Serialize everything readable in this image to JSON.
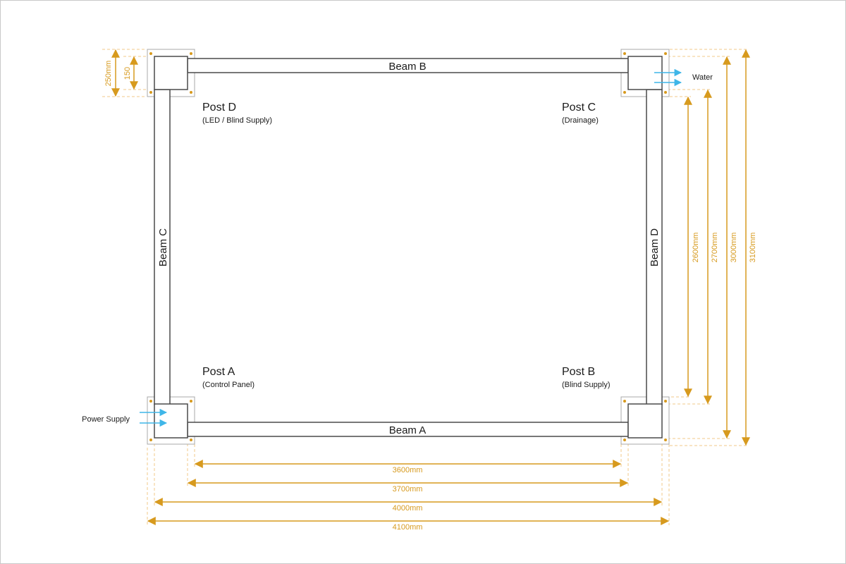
{
  "colors": {
    "dimension": "#d79a1e",
    "structure": "#4a4a4a",
    "plate": "#a8a8a8",
    "arrow": "#3fb6e8"
  },
  "beams": {
    "a": "Beam A",
    "b": "Beam B",
    "c": "Beam C",
    "d": "Beam D"
  },
  "posts": {
    "a": {
      "title": "Post A",
      "sub": "(Control Panel)"
    },
    "b": {
      "title": "Post B",
      "sub": "(Blind Supply)"
    },
    "c": {
      "title": "Post C",
      "sub": "(Drainage)"
    },
    "d": {
      "title": "Post D",
      "sub": "(LED / Blind Supply)"
    }
  },
  "supplies": {
    "water": "Water",
    "power": "Power Supply"
  },
  "dimensions": {
    "horizontal": [
      "3600mm",
      "3700mm",
      "4000mm",
      "4100mm"
    ],
    "vertical": [
      "2600mm",
      "2700mm",
      "3000mm",
      "3100mm"
    ],
    "post_outer": "250mm",
    "post_inner": "150"
  }
}
